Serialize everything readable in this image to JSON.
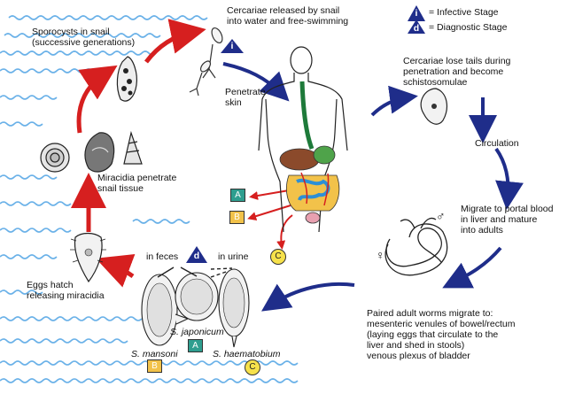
{
  "legend": {
    "infective_symbol": "i",
    "infective_label": "= Infective Stage",
    "diagnostic_symbol": "d",
    "diagnostic_label": "= Diagnostic Stage"
  },
  "labels": {
    "sporocysts": "Sporocysts in snail\n(successive generations)",
    "cercariae_released": "Cercariae released by snail\ninto water and free-swimming",
    "penetrate_skin": "Penetrate\nskin",
    "cercariae_lose_tails": "Cercariae lose tails during\npenetration and become\nschistosomulae",
    "circulation": "Circulation",
    "migrate_portal": "Migrate to portal blood\nin liver and mature\ninto adults",
    "miracidia_penetrate": "Miracidia penetrate\nsnail tissue",
    "eggs_hatch": "Eggs hatch\nreleasing miracidia",
    "in_feces": "in feces",
    "in_urine": "in urine",
    "s_mansoni": "S. mansoni",
    "s_japonicum": "S. japonicum",
    "s_haematobium": "S. haematobium",
    "paired_adults": "Paired adult worms migrate to:\nmesenteric venules of bowel/rectum\n(laying eggs that circulate to the\nliver and shed in stools)\nvenous plexus of bladder",
    "male_symbol": "♂",
    "female_symbol": "♀"
  },
  "badges": {
    "a": "A",
    "b": "B",
    "c": "C",
    "i": "i",
    "d": "d"
  },
  "colors": {
    "water_wave": "#5aa9e6",
    "red_arrow": "#d61f1f",
    "blue_arrow": "#1f2d8a",
    "gut_green": "#1e7a3a",
    "badge_a": "#2e9e8f",
    "badge_b": "#f2c24a",
    "badge_c": "#f6e14b",
    "legend_triangle": "#1f2d8a"
  }
}
